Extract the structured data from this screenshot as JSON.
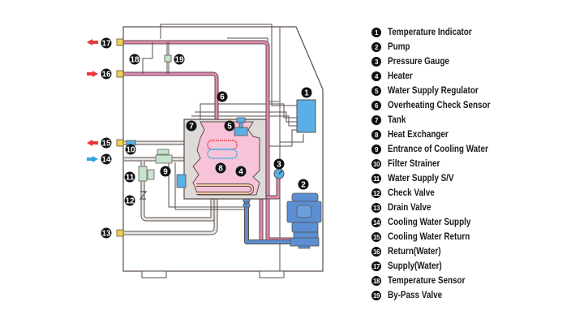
{
  "colors": {
    "hot_pipe": "#e487b2",
    "cold_pipe": "#5b8fd1",
    "gray_pipe": "#d9d6d4",
    "outline": "#5a4e4c",
    "tank_fill": "#dedad7",
    "water_fill": "#f6c3d9",
    "component_blue": "#5ab0e6",
    "valve_green": "#c7e3cf",
    "port_yellow": "#f0d24a",
    "arrow_red": "#e8383a",
    "arrow_blue": "#2fa5e0"
  },
  "legend": [
    {
      "num": "1",
      "label": "Temperature Indicator"
    },
    {
      "num": "2",
      "label": "Pump"
    },
    {
      "num": "3",
      "label": "Pressure Gauge"
    },
    {
      "num": "4",
      "label": "Heater"
    },
    {
      "num": "5",
      "label": "Water Supply Regulator"
    },
    {
      "num": "6",
      "label": "Overheating Check Sensor"
    },
    {
      "num": "7",
      "label": "Tank"
    },
    {
      "num": "8",
      "label": "Heat Exchanger"
    },
    {
      "num": "9",
      "label": "Entrance of Cooling Water"
    },
    {
      "num": "10",
      "label": "Filter Strainer"
    },
    {
      "num": "11",
      "label": "Water Supply S/V"
    },
    {
      "num": "12",
      "label": "Check Valve"
    },
    {
      "num": "13",
      "label": "Drain Valve"
    },
    {
      "num": "14",
      "label": "Cooling Water Supply"
    },
    {
      "num": "15",
      "label": "Cooling Water Return"
    },
    {
      "num": "16",
      "label": "Return(Water)"
    },
    {
      "num": "17",
      "label": "Supply(Water)"
    },
    {
      "num": "18",
      "label": "Temperature Sensor"
    },
    {
      "num": "19",
      "label": "By-Pass Valve"
    }
  ],
  "callouts": {
    "c1": "1",
    "c2": "2",
    "c3": "3",
    "c4": "4",
    "c5": "5",
    "c6": "6",
    "c7": "7",
    "c8": "8",
    "c9": "9",
    "c10": "10",
    "c11": "11",
    "c12": "12",
    "c13": "13",
    "c14": "14",
    "c15": "15",
    "c16": "16",
    "c17": "17",
    "c18": "18",
    "c19": "19"
  }
}
